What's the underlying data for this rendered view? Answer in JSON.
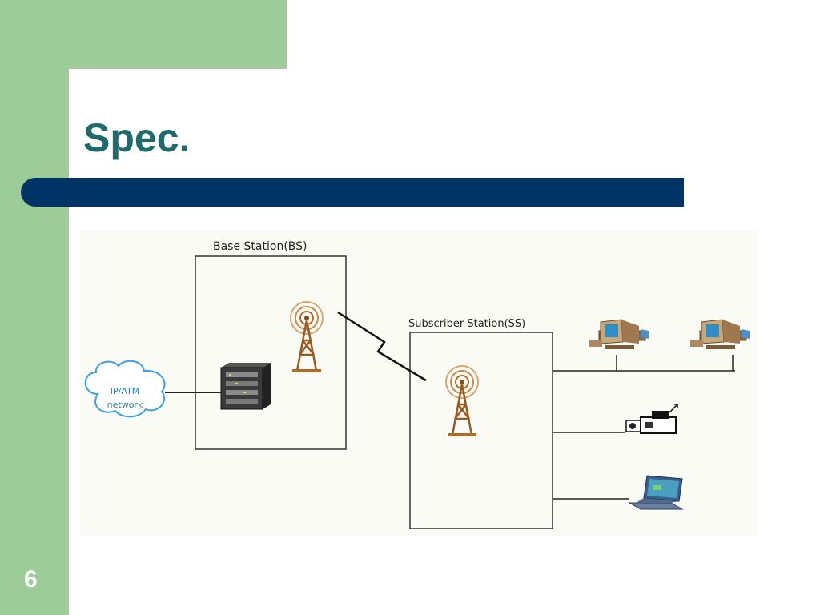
{
  "slide": {
    "title": "Spec.",
    "number": "6"
  },
  "diagram": {
    "base_station_label": "Base Station(BS)",
    "subscriber_station_label": "Subscriber Station(SS)",
    "network_cloud_lines": [
      "IP/ATM",
      "network"
    ]
  },
  "colors": {
    "sidebar_green": "#9ecc98",
    "title_teal": "#1f6b6b",
    "title_bar_navy": "#003366",
    "tower_brown": "#b06a2a",
    "cloud_blue": "#3aa0e8"
  },
  "icons": [
    "antenna-tower-icon",
    "network-switch-icon",
    "network-cloud-icon",
    "desktop-computer-icon",
    "video-camera-icon",
    "laptop-icon",
    "lightning-link-icon"
  ]
}
